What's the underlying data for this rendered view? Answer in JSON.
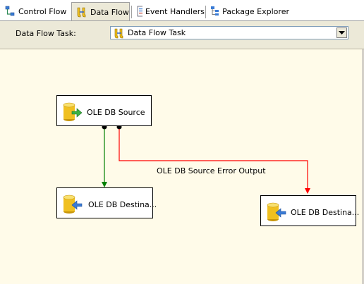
{
  "tabs": [
    {
      "label": "Control Flow",
      "icon": "control-flow-icon",
      "active": false
    },
    {
      "label": "Data Flow",
      "icon": "data-flow-icon",
      "active": true
    },
    {
      "label": "Event Handlers",
      "icon": "event-handlers-icon",
      "active": false
    },
    {
      "label": "Package Explorer",
      "icon": "package-explorer-icon",
      "active": false
    }
  ],
  "toolbar": {
    "task_label": "Data Flow Task:",
    "task_value": "Data Flow Task"
  },
  "components": {
    "source": {
      "label": "OLE DB Source",
      "icon": "ole-db-source-icon"
    },
    "destination1": {
      "label": "OLE DB Destina...",
      "icon": "ole-db-destination-icon"
    },
    "destination2": {
      "label": "OLE DB Destina...",
      "icon": "ole-db-destination-icon"
    }
  },
  "paths": {
    "success_color": "#008000",
    "error_color": "#ff0000",
    "error_label": "OLE DB Source Error Output"
  },
  "colors": {
    "canvas_bg": "#fffbe9",
    "toolbar_bg": "#ece9d8",
    "cylinder": "#f0c020"
  }
}
